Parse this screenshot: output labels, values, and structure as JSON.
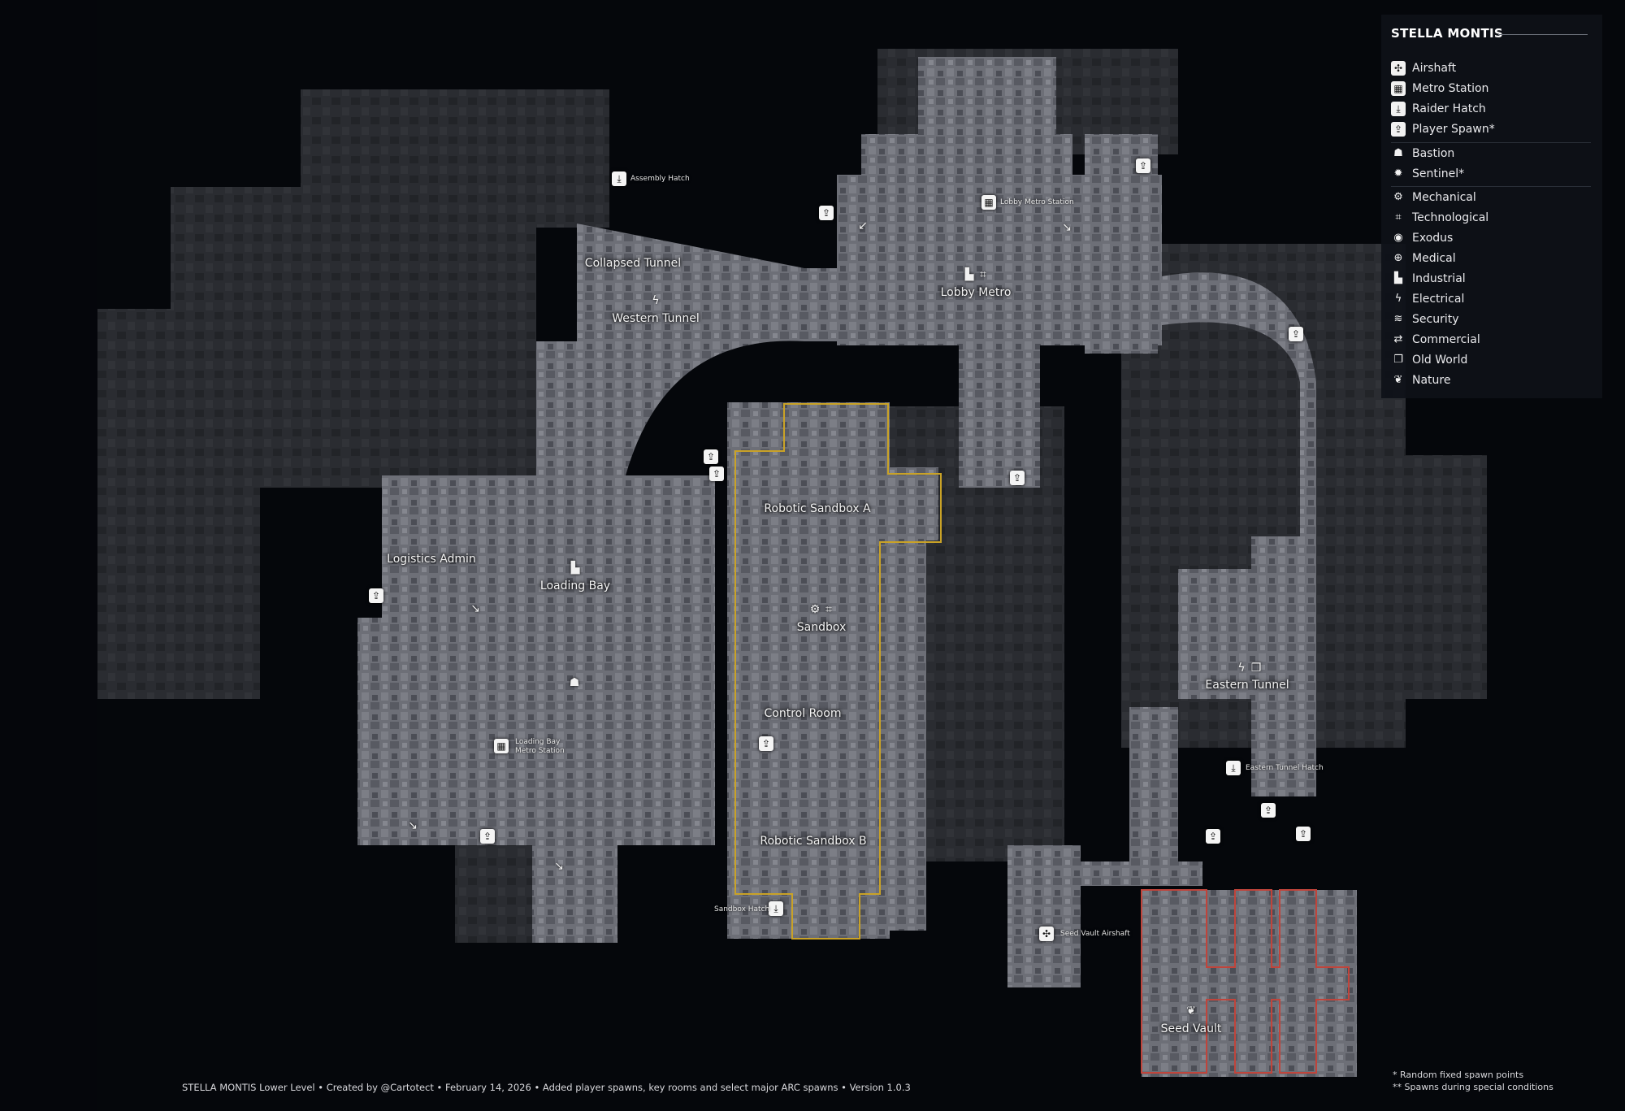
{
  "legend": {
    "title": "STELLA MONTIS",
    "items": [
      {
        "label": "Airshaft",
        "icon": "airshaft-icon"
      },
      {
        "label": "Metro Station",
        "icon": "metro-station-icon"
      },
      {
        "label": "Raider Hatch",
        "icon": "raider-hatch-icon"
      },
      {
        "label": "Player Spawn*",
        "icon": "player-spawn-icon"
      },
      {
        "label": "Bastion",
        "icon": "bastion-icon"
      },
      {
        "label": "Sentinel*",
        "icon": "sentinel-icon"
      },
      {
        "label": "Mechanical",
        "icon": "mechanical-icon"
      },
      {
        "label": "Technological",
        "icon": "technological-icon"
      },
      {
        "label": "Exodus",
        "icon": "exodus-icon"
      },
      {
        "label": "Medical",
        "icon": "medical-icon"
      },
      {
        "label": "Industrial",
        "icon": "industrial-icon"
      },
      {
        "label": "Electrical",
        "icon": "electrical-icon"
      },
      {
        "label": "Security",
        "icon": "security-icon"
      },
      {
        "label": "Commercial",
        "icon": "commercial-icon"
      },
      {
        "label": "Old World",
        "icon": "old-world-icon"
      },
      {
        "label": "Nature",
        "icon": "nature-icon"
      }
    ]
  },
  "areas": {
    "collapsed_tunnel": "Collapsed Tunnel",
    "western_tunnel": "Western Tunnel",
    "lobby_metro": "Lobby Metro",
    "robotic_sandbox_a": "Robotic Sandbox A",
    "sandbox": "Sandbox",
    "logistics_admin": "Logistics Admin",
    "loading_bay": "Loading Bay",
    "control_room": "Control Room",
    "robotic_sandbox_b": "Robotic Sandbox B",
    "eastern_tunnel": "Eastern Tunnel",
    "seed_vault": "Seed Vault"
  },
  "points": {
    "assembly_hatch": "Assembly Hatch",
    "lobby_metro_station": "Lobby Metro Station",
    "loading_bay_metro_station_1": "Loading Bay",
    "loading_bay_metro_station_2": "Metro Station",
    "eastern_tunnel_hatch": "Eastern Tunnel Hatch",
    "sandbox_hatch": "Sandbox Hatch",
    "seed_vault_airshaft": "Seed Vault Airshaft"
  },
  "footer": "STELLA MONTIS  Lower Level  •  Created by @Cartotect  •  February 14, 2026  •  Added player spawns, key rooms and select major ARC spawns  •  Version 1.0.3",
  "notes": {
    "random": "* Random fixed spawn points",
    "special": "** Spawns during special conditions"
  },
  "colors": {
    "background": "#05070b",
    "structure": "#6e7079",
    "sandbox_outline": "#c9a227",
    "seed_vault_outline": "#c0443b"
  }
}
